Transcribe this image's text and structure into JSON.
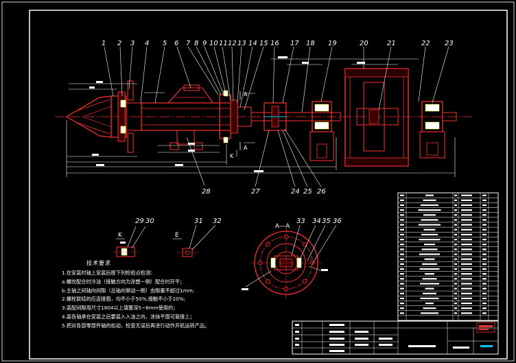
{
  "drawing": {
    "background": "#000000",
    "frame_color": "#ffffff",
    "line_color": "#ff3030",
    "dim_color": "#ffffff",
    "part_color": "#ff2a2a",
    "accent_color": "#00c8ff"
  },
  "callouts_top": [
    "1",
    "2",
    "3",
    "4",
    "5",
    "6",
    "7",
    "8",
    "9",
    "10",
    "11",
    "12",
    "13",
    "14",
    "15",
    "16",
    "17",
    "18",
    "19",
    "20",
    "21",
    "22",
    "23"
  ],
  "callouts_bottom": [
    "28",
    "27",
    "24",
    "25",
    "26"
  ],
  "section_labels": {
    "k_view": "K",
    "e_view": "E",
    "aa_view": "A—A",
    "k_marks": "K",
    "a_top": "A",
    "a_bottom": "A",
    "k_callouts": [
      "29",
      "30"
    ],
    "e_callouts": [
      "31",
      "32"
    ],
    "aa_callouts": [
      "33",
      "34",
      "35",
      "36"
    ]
  },
  "notes": {
    "title": "技术要求",
    "lines": [
      "1.在安装时轴上安装后按下列检验点检测：",
      "  a.螺纹配合时冷油（接触方向为涂塑一侧）配合时开平；",
      "  b.主轴之间轴向间隙（总轴向窜动一侧）由隙量不超过1mm;",
      "2.螺栓联结的应连接面，均不小于50%,接触不小于20%;",
      "3.装配间隙用尺寸1804以上填塞深5~8mm使用的；",
      "4.装各轴承在安装之后要装入入油之内，涂抹平面可靠接上；",
      "5.把对各部零部件轴的松动，检查无误后再进行动作开机运转产品。"
    ]
  }
}
